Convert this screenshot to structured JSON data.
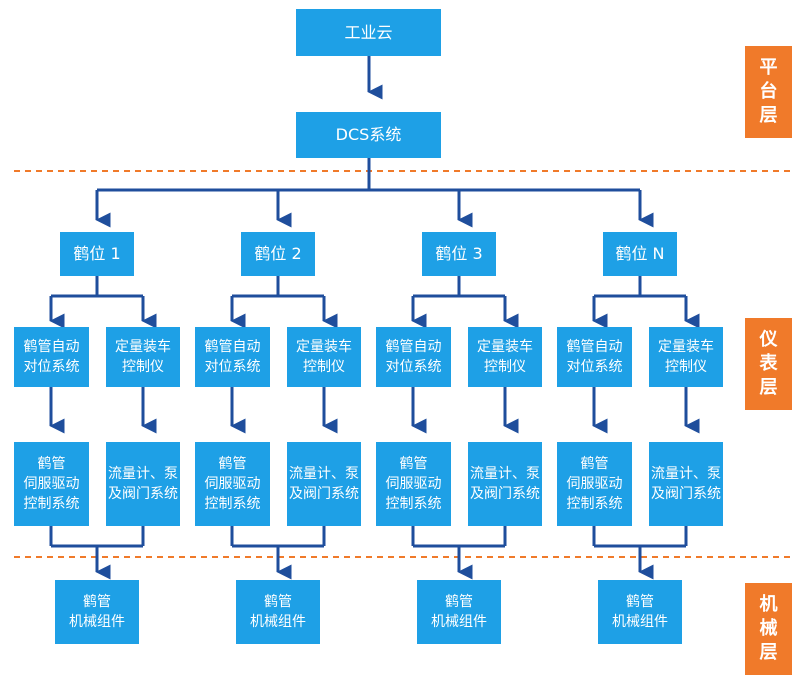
{
  "top": {
    "cloud": "工业云",
    "dcs": "DCS系统"
  },
  "layers": {
    "platform": "平\n台\n层",
    "instrument": "仪\n表\n层",
    "mechanical": "机\n械\n层"
  },
  "branches": [
    {
      "crane": "鹤位 1",
      "auto_align": "鹤管自动\n对位系统",
      "quant_ctrl": "定量装车\n控制仪",
      "servo": "鹤管\n伺服驱动\n控制系统",
      "flow": "流量计、泵\n及阀门系统",
      "mech": "鹤管\n机械组件"
    },
    {
      "crane": "鹤位 2",
      "auto_align": "鹤管自动\n对位系统",
      "quant_ctrl": "定量装车\n控制仪",
      "servo": "鹤管\n伺服驱动\n控制系统",
      "flow": "流量计、泵\n及阀门系统",
      "mech": "鹤管\n机械组件"
    },
    {
      "crane": "鹤位 3",
      "auto_align": "鹤管自动\n对位系统",
      "quant_ctrl": "定量装车\n控制仪",
      "servo": "鹤管\n伺服驱动\n控制系统",
      "flow": "流量计、泵\n及阀门系统",
      "mech": "鹤管\n机械组件"
    },
    {
      "crane": "鹤位 N",
      "auto_align": "鹤管自动\n对位系统",
      "quant_ctrl": "定量装车\n控制仪",
      "servo": "鹤管\n伺服驱动\n控制系统",
      "flow": "流量计、泵\n及阀门系统",
      "mech": "鹤管\n机械组件"
    }
  ],
  "colors": {
    "box": "#1ea0e6",
    "line": "#1f4e9c",
    "divider": "#f07a2a",
    "layer": "#f07a2a"
  }
}
